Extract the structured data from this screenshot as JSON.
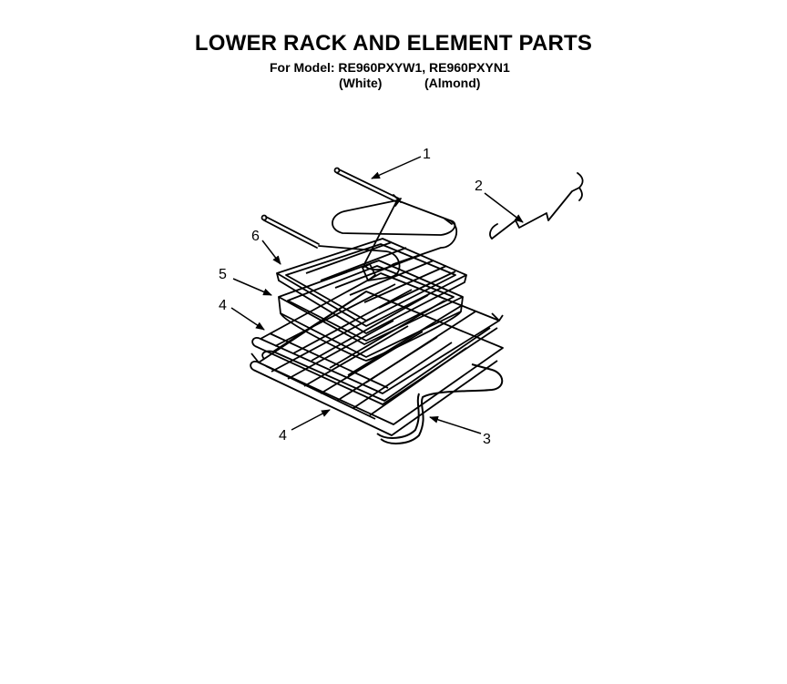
{
  "header": {
    "title": "LOWER RACK AND ELEMENT PARTS",
    "model_line": "For Model: RE960PXYW1, RE960PXYN1",
    "variants": [
      "(White)",
      "(Almond)"
    ]
  },
  "callouts": [
    {
      "id": "1",
      "label": "1"
    },
    {
      "id": "2",
      "label": "2"
    },
    {
      "id": "3",
      "label": "3"
    },
    {
      "id": "4a",
      "label": "4"
    },
    {
      "id": "4b",
      "label": "4"
    },
    {
      "id": "5",
      "label": "5"
    },
    {
      "id": "6",
      "label": "6"
    }
  ],
  "colors": {
    "ink": "#000000",
    "paper": "#ffffff"
  }
}
